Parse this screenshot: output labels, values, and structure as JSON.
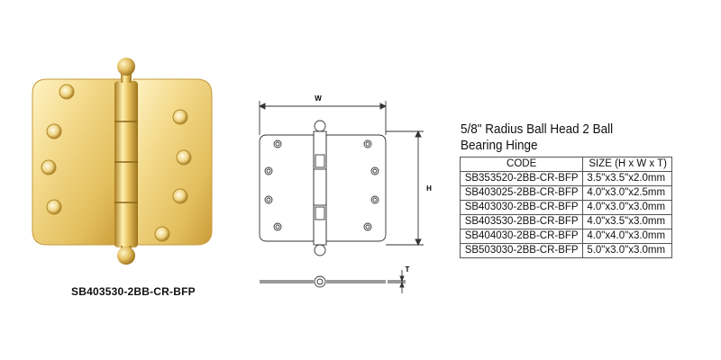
{
  "product_caption": "SB403530-2BB-CR-BFP",
  "drawing": {
    "width_label": "W",
    "height_label": "H",
    "thickness_label": "T"
  },
  "title": {
    "line1": "5/8\" Radius Ball Head 2 Ball",
    "line2": "Bearing Hinge"
  },
  "table": {
    "headers": {
      "code": "CODE",
      "size": "SIZE (H x W x T)"
    },
    "rows": [
      {
        "code": "SB353520-2BB-CR-BFP",
        "size": "3.5\"x3.5\"x2.0mm"
      },
      {
        "code": "SB403025-2BB-CR-BFP",
        "size": "4.0\"x3.0\"x2.5mm"
      },
      {
        "code": "SB403030-2BB-CR-BFP",
        "size": "4.0\"x3.0\"x3.0mm"
      },
      {
        "code": "SB403530-2BB-CR-BFP",
        "size": "4.0\"x3.5\"x3.0mm"
      },
      {
        "code": "SB404030-2BB-CR-BFP",
        "size": "4.0\"x4.0\"x3.0mm"
      },
      {
        "code": "SB503030-2BB-CR-BFP",
        "size": "5.0\"x3.0\"x3.0mm"
      }
    ]
  },
  "colors": {
    "brass_light": "#fbe9a6",
    "brass_mid": "#e9c766",
    "brass_dark": "#b98f2a"
  }
}
